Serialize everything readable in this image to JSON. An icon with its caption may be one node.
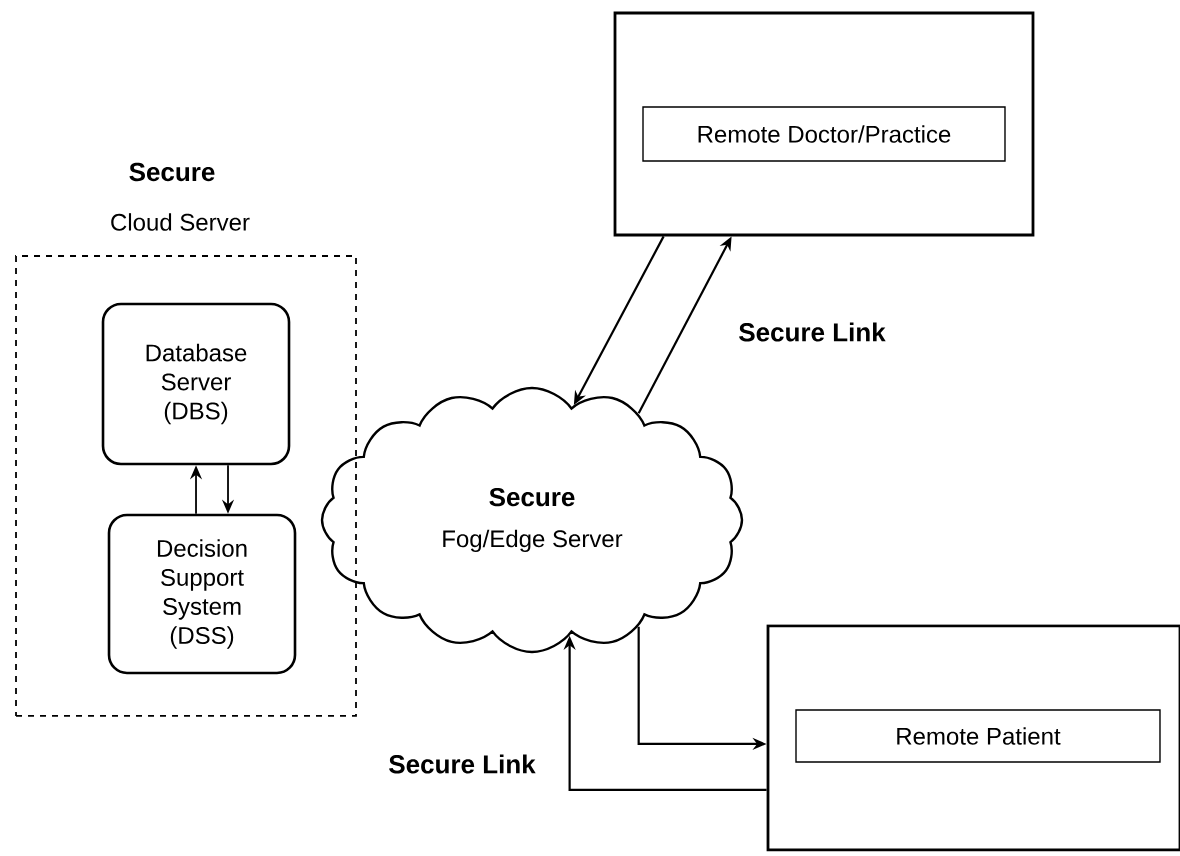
{
  "diagram": {
    "nodes": [
      {
        "text": [
          "Secure",
          "Cloud Server"
        ]
      },
      {
        "text": [
          "Database Server (DBS)"
        ],
        "in": 0
      },
      {
        "text": [
          "Decision Support System (DSS)"
        ],
        "in": 0
      },
      {
        "text": [
          "Secure",
          "Fog/Edge Server"
        ]
      },
      {
        "text": [],
        "shape": "box"
      },
      {
        "text": [
          "Remote Doctor/Practice"
        ],
        "in": 4
      },
      {
        "text": [],
        "shape": "box"
      },
      {
        "text": [
          "Remote Patient"
        ],
        "in": 6
      }
    ],
    "edges": [
      {
        "from": 2,
        "to": 1,
        "arrow": "to"
      },
      {
        "from": 1,
        "to": 2,
        "arrow": "to"
      },
      {
        "from": 4,
        "to": 3,
        "arrow": "to"
      },
      {
        "from": 3,
        "to": 4,
        "arrow": "to"
      },
      {
        "from": 3,
        "to": 6,
        "arrow": "to"
      },
      {
        "from": 6,
        "to": 3,
        "arrow": "to"
      }
    ],
    "labels": [
      "Secure Link",
      "Secure Link"
    ]
  }
}
